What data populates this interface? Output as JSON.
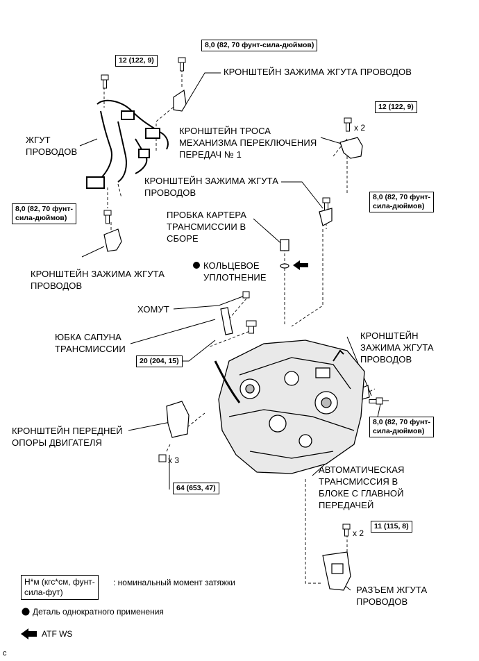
{
  "torque_specs": {
    "t_12_top_left": "12 (122, 9)",
    "t_8_top": "8,0 (82, 70 фунт-сила-дюймов)",
    "t_12_right": "12 (122, 9)",
    "t_8_left": "8,0 (82, 70 фунт-\nсила-дюймов)",
    "t_8_right_mid": "8,0 (82, 70 фунт-\nсила-дюймов)",
    "t_20": "20 (204, 15)",
    "t_8_right_low": "8,0 (82, 70 фунт-\nсила-дюймов)",
    "t_64": "64 (653, 47)",
    "t_11": "11 (115, 8)"
  },
  "quantities": {
    "q_x2_top": "x 2",
    "q_x3": "x 3",
    "q_x2_bottom": "x 2"
  },
  "labels": {
    "bracket_top": "КРОНШТЕЙН ЗАЖИМА ЖГУТА ПРОВОДОВ",
    "wire_harness": "ЖГУТ\nПРОВОДОВ",
    "cable_bracket": "КРОНШТЕЙН ТРОСА\nМЕХАНИЗМА ПЕРЕКЛЮЧЕНИЯ\nПЕРЕДАЧ № 1",
    "bracket_mid_right": "КРОНШТЕЙН ЗАЖИМА ЖГУТА\nПРОВОДОВ",
    "drain_plug": "ПРОБКА КАРТЕРА\nТРАНСМИССИИ В\nСБОРЕ",
    "o_ring": "КОЛЬЦЕВОЕ\nУПЛОТНЕНИЕ",
    "bracket_left": "КРОНШТЕЙН ЗАЖИМА ЖГУТА\nПРОВОДОВ",
    "clamp": "ХОМУТ",
    "breather": "ЮБКА САПУНА\nТРАНСМИССИИ",
    "bracket_right_low": "КРОНШТЕЙН\nЗАЖИМА ЖГУТА\nПРОВОДОВ",
    "engine_mount": "КРОНШТЕЙН ПЕРЕДНЕЙ\nОПОРЫ ДВИГАТЕЛЯ",
    "transaxle": "АВТОМАТИЧЕСКАЯ\nТРАНСМИССИЯ В\nБЛОКЕ С ГЛАВНОЙ\nПЕРЕДАЧЕЙ",
    "connector": "РАЗЪЕМ ЖГУТА\nПРОВОДОВ"
  },
  "legend": {
    "torque_unit": "Н*м (кгс*см, фунт-\nсила-фут)",
    "torque_desc": ": номинальный момент затяжки",
    "non_reusable": "Деталь однократного применения",
    "atf": "ATF WS"
  },
  "figure_id": "c"
}
